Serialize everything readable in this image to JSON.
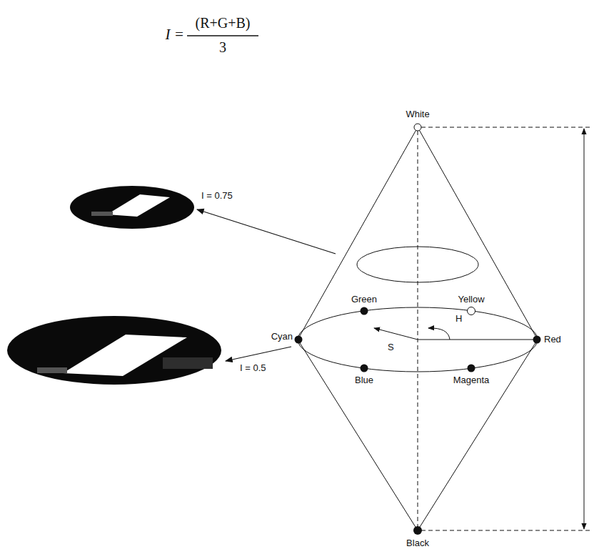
{
  "diagram": {
    "labels": [
      "I =",
      "(R+G+B)",
      "3",
      "White",
      "I = 0.75",
      "Green",
      "Yellow",
      "H",
      "S",
      "Cyan",
      "Red",
      "I = 0.5",
      "Blue",
      "Magenta",
      "Black"
    ]
  }
}
